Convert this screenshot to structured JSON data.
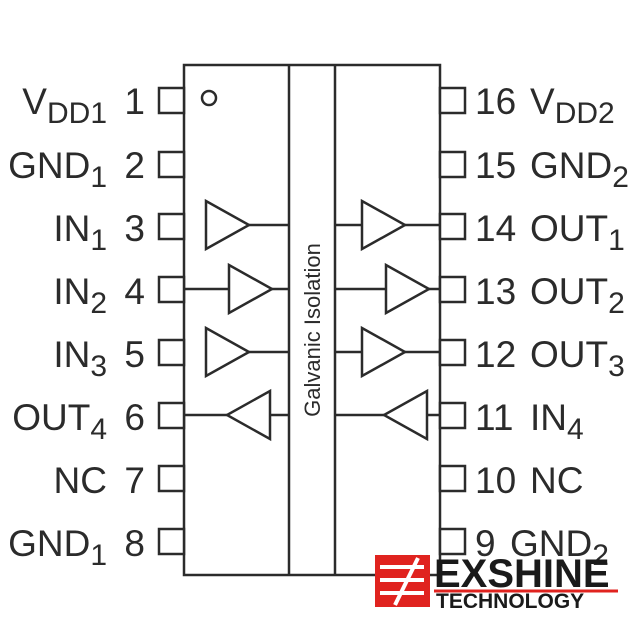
{
  "diagram": {
    "isolation_label": "Galvanic Isolation",
    "left_pins": [
      {
        "pin": "1",
        "name": "V",
        "sub": "DD1"
      },
      {
        "pin": "2",
        "name": "GND",
        "sub": "1"
      },
      {
        "pin": "3",
        "name": "IN",
        "sub": "1"
      },
      {
        "pin": "4",
        "name": "IN",
        "sub": "2"
      },
      {
        "pin": "5",
        "name": "IN",
        "sub": "3"
      },
      {
        "pin": "6",
        "name": "OUT",
        "sub": "4"
      },
      {
        "pin": "7",
        "name": "NC",
        "sub": ""
      },
      {
        "pin": "8",
        "name": "GND",
        "sub": "1"
      }
    ],
    "right_pins": [
      {
        "pin": "16",
        "name": "V",
        "sub": "DD2"
      },
      {
        "pin": "15",
        "name": "GND",
        "sub": "2"
      },
      {
        "pin": "14",
        "name": "OUT",
        "sub": "1"
      },
      {
        "pin": "13",
        "name": "OUT",
        "sub": "2"
      },
      {
        "pin": "12",
        "name": "OUT",
        "sub": "3"
      },
      {
        "pin": "11",
        "name": "IN",
        "sub": "4"
      },
      {
        "pin": "10",
        "name": "NC",
        "sub": ""
      },
      {
        "pin": "9",
        "name": "GND",
        "sub": "2"
      }
    ]
  },
  "watermark": {
    "main": "EXSHINE",
    "sub": "TECHNOLOGY",
    "accent_color": "#e0231f"
  }
}
